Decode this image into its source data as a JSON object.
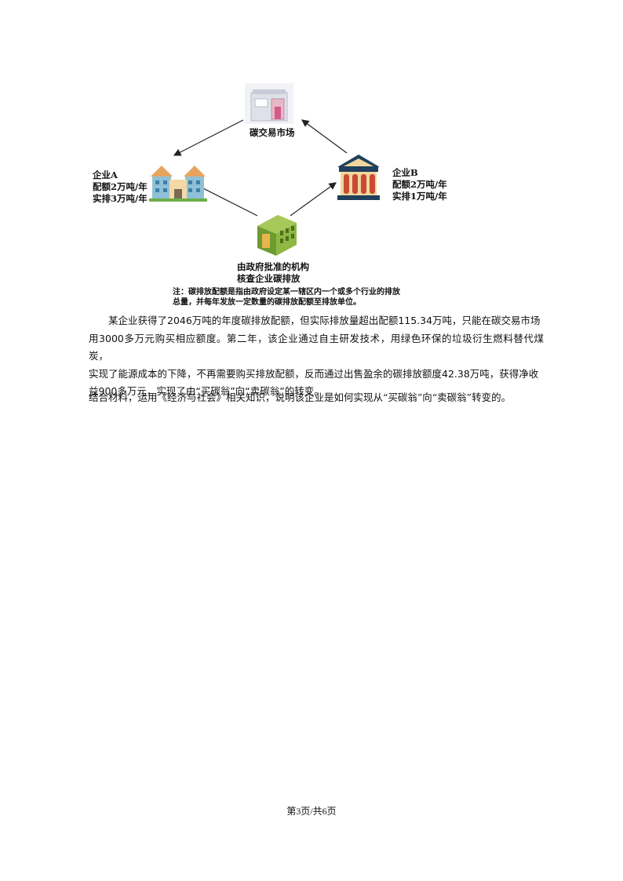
{
  "diagram": {
    "market_label": "碳交易市场",
    "company_a": {
      "name": "企业A",
      "quota": "配额2万吨/年",
      "actual": "实排3万吨/年"
    },
    "company_b": {
      "name": "企业B",
      "quota": "配额2万吨/年",
      "actual": "实排1万吨/年"
    },
    "gov_line1": "由政府批准的机构",
    "gov_line2": "核查企业碳排放",
    "note_line1": "注：碳排放配额是指由政府设定某一辖区内一个或多个行业的排放",
    "note_line2": "总量，并每年发放一定数量的碳排放配额至排放单位。"
  },
  "paragraph": [
    "某企业获得了2046万吨的年度碳排放配额，但实际排放量超出配额115.34万吨，只能在碳交易市场",
    "用3000多万元购买相应额度。第二年，该企业通过自主研发技术，用绿色环保的垃圾衍生燃料替代煤炭，",
    "实现了能源成本的下降，不再需要购买排放配额，反而通过出售盈余的碳排放额度42.38万吨，获得净收",
    "益900多万元，实现了由“买碳翁”向“卖碳翁”的转变。"
  ],
  "question": "结合材料，运用《经济与社会》相关知识，说明该企业是如何实现从“买碳翁”向“卖碳翁”转变的。",
  "footer": "第3页/共6页"
}
